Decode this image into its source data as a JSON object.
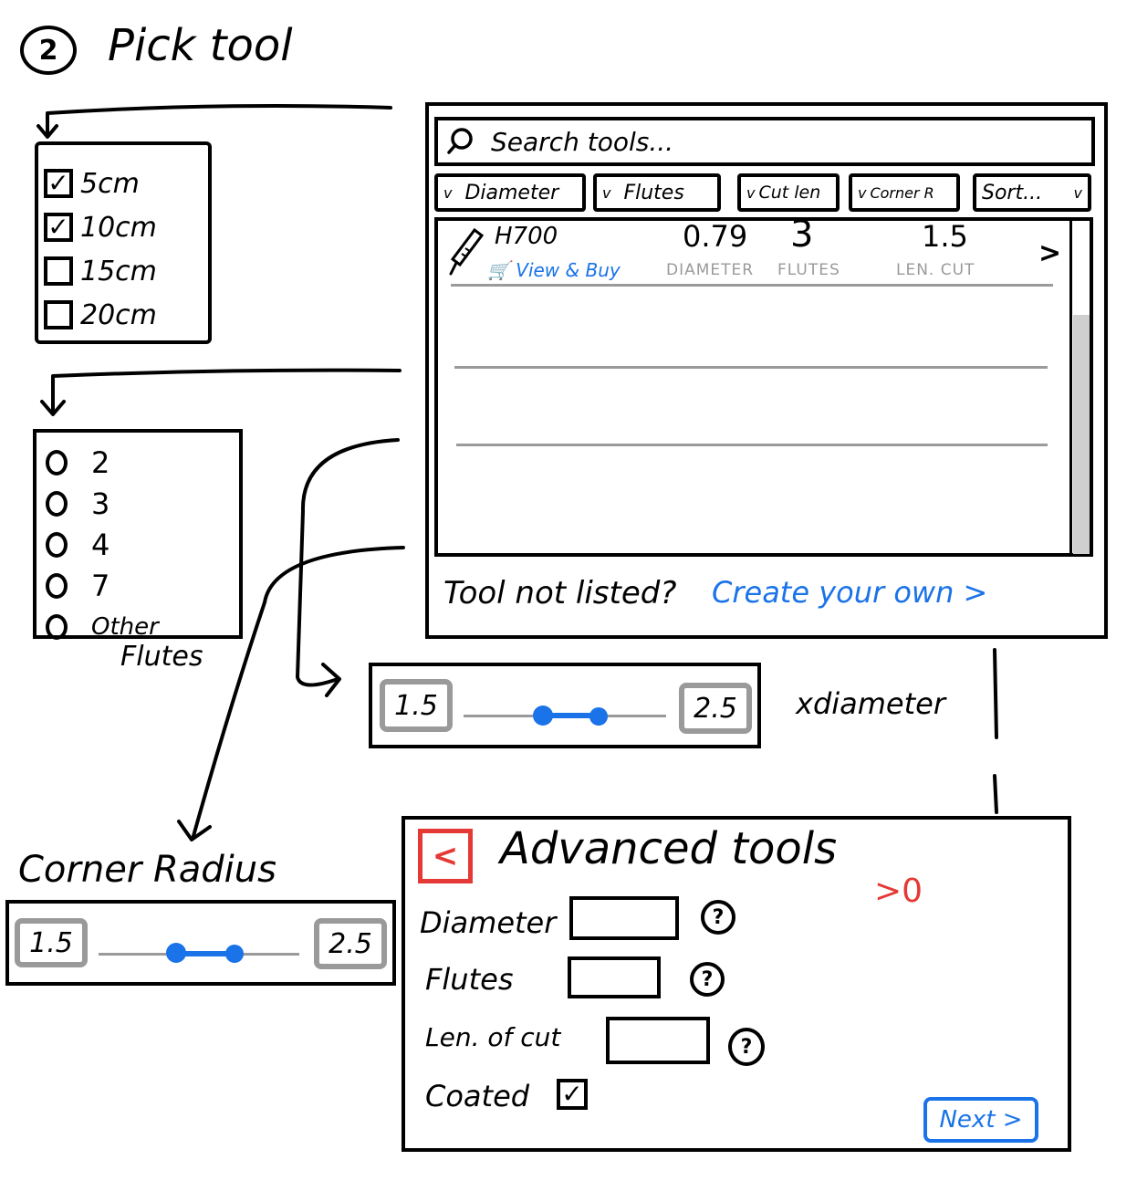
{
  "step": {
    "number": "2",
    "title": "Pick tool"
  },
  "cut_length_filter": {
    "options": [
      {
        "label": "5cm",
        "checked": true
      },
      {
        "label": "10cm",
        "checked": true
      },
      {
        "label": "15cm",
        "checked": false
      },
      {
        "label": "20cm",
        "checked": false
      }
    ]
  },
  "flutes_filter": {
    "options": [
      "2",
      "3",
      "4",
      "7",
      "Other"
    ],
    "caption": "Flutes"
  },
  "tool_list": {
    "search_placeholder": "Search tools...",
    "filters": [
      "Diameter",
      "Flutes",
      "Cut len",
      "Corner R",
      "Sort..."
    ],
    "rows": [
      {
        "name": "H700",
        "link": "View & Buy",
        "diameter": "0.79",
        "diameter_label": "DIAMETER",
        "flutes": "3",
        "flutes_label": "FLUTES",
        "cut_length": "1.5",
        "cut_length_label": "LEN. CUT",
        "chevron": ">"
      }
    ],
    "not_listed": "Tool not listed?",
    "create_own": "Create your own >"
  },
  "diameter_slider": {
    "min": "1.5",
    "max": "2.5",
    "caption": "xdiameter"
  },
  "corner_radius_slider": {
    "title": "Corner Radius",
    "min": "1.5",
    "max": "2.5"
  },
  "advanced_tools": {
    "back": "<",
    "title": "Advanced tools",
    "fields": [
      {
        "label": "Diameter",
        "help": "?"
      },
      {
        "label": "Flutes",
        "help": "?"
      },
      {
        "label": "Len. of cut",
        "help": "?"
      }
    ],
    "coated_label": "Coated",
    "coated_checked": true,
    "diameter_note": ">0",
    "next": "Next >"
  },
  "colors": {
    "accent_blue": "#1a73e8",
    "annotation_red": "#e53935",
    "muted_gray": "#9a9a9a"
  }
}
